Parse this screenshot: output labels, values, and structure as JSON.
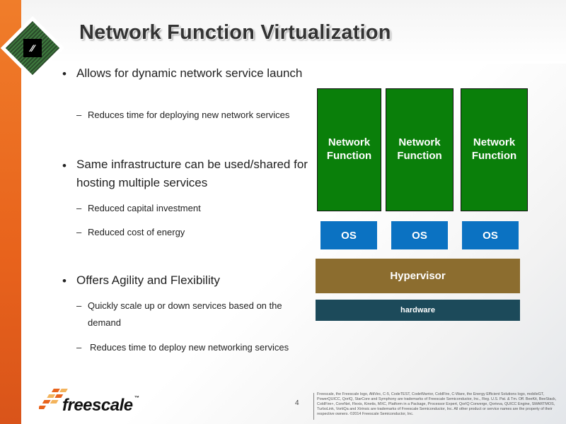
{
  "title": "Network Function Virtualization",
  "bullets": [
    {
      "text": "Allows for dynamic network service launch",
      "subs": [
        "Reduces time for deploying new network services"
      ]
    },
    {
      "text": "Same infrastructure can be used/shared for hosting multiple services",
      "subs": [
        "Reduced capital investment",
        "Reduced cost of energy"
      ]
    },
    {
      "text": "Offers Agility and Flexibility",
      "subs": [
        "Quickly scale up or down services based on the demand",
        "Reduces time to deploy new networking services"
      ]
    }
  ],
  "diagram": {
    "nf": [
      "Network Function",
      "Network Function",
      "Network Function"
    ],
    "os": [
      "OS",
      "OS",
      "OS"
    ],
    "hypervisor": "Hypervisor",
    "hardware": "hardware",
    "colors": {
      "nf": "#0a7f0a",
      "os": "#0b72c2",
      "hypervisor": "#8c6d2f",
      "hardware": "#1c4a5a"
    }
  },
  "footer": {
    "brand": "freescale",
    "tm": "™",
    "page": "4",
    "legal": "Freescale, the Freescale logo, AltiVec, C-5, CodeTEST, CodeWarrior, ColdFire, C-Ware, the Energy Efficient Solutions logo, mobileGT, PowerQUICC, QorIQ, StarCore and Symphony are trademarks of Freescale Semiconductor, Inc., Reg. U.S. Pat. & Tm. Off. BeeKit, BeeStack, ColdFire+, CoreNet, Flexis, Kinetis, MXC, Platform in a Package, Processor Expert, QorIQ Converge, Qorivva, QUICC Engine, SMARTMOS, TurboLink, VortiQa and Xtrinsic are trademarks of Freescale Semiconductor, Inc. All other product or service names are the property of their respective owners. ©2014 Freescale Semiconductor, Inc."
  }
}
